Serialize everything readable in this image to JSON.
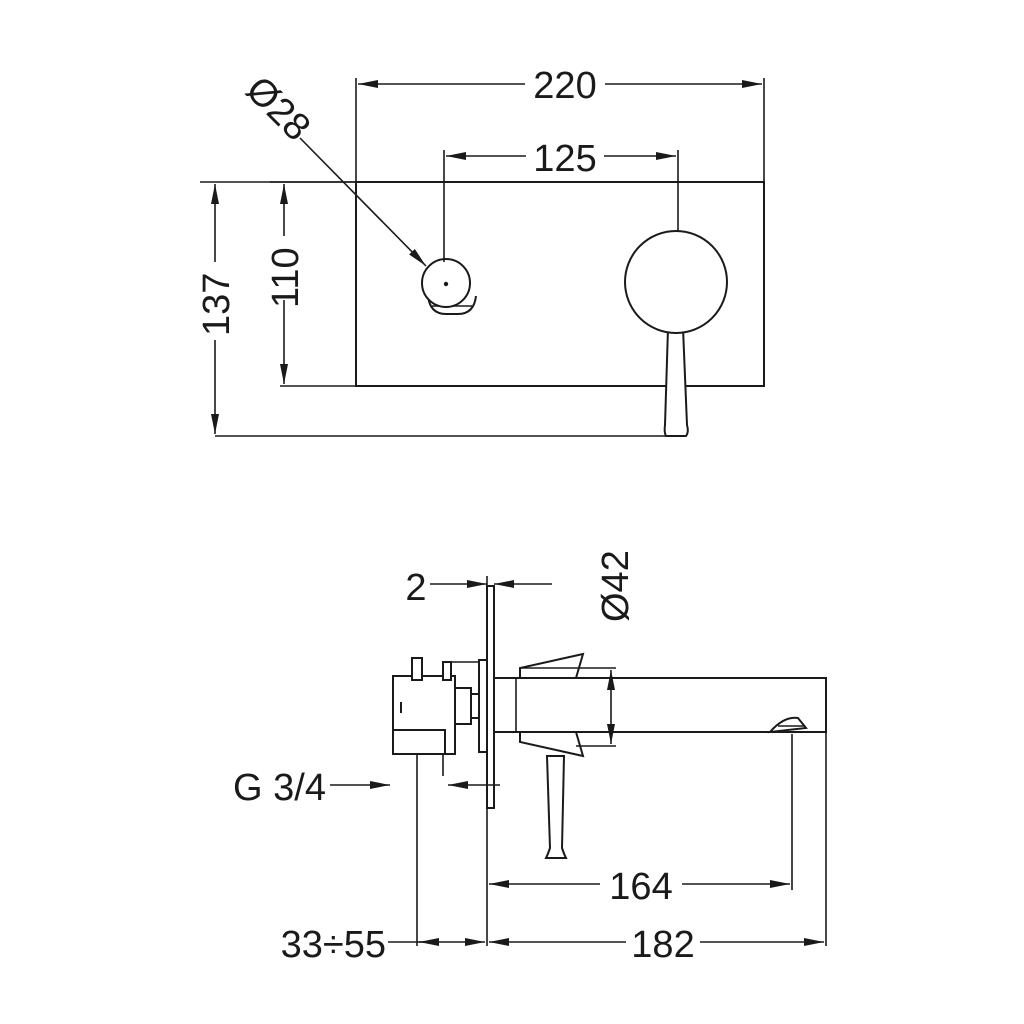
{
  "dimensions": {
    "width_total": "220",
    "center_spacing": "125",
    "diverter_diameter": "Ø28",
    "plate_height": "110",
    "overall_height": "137",
    "plate_thickness": "2",
    "spout_diameter": "Ø42",
    "inlet_thread": "G 3/4",
    "spout_reach_outlet": "164",
    "spout_reach_total": "182",
    "wall_depth_range": "33÷55"
  }
}
